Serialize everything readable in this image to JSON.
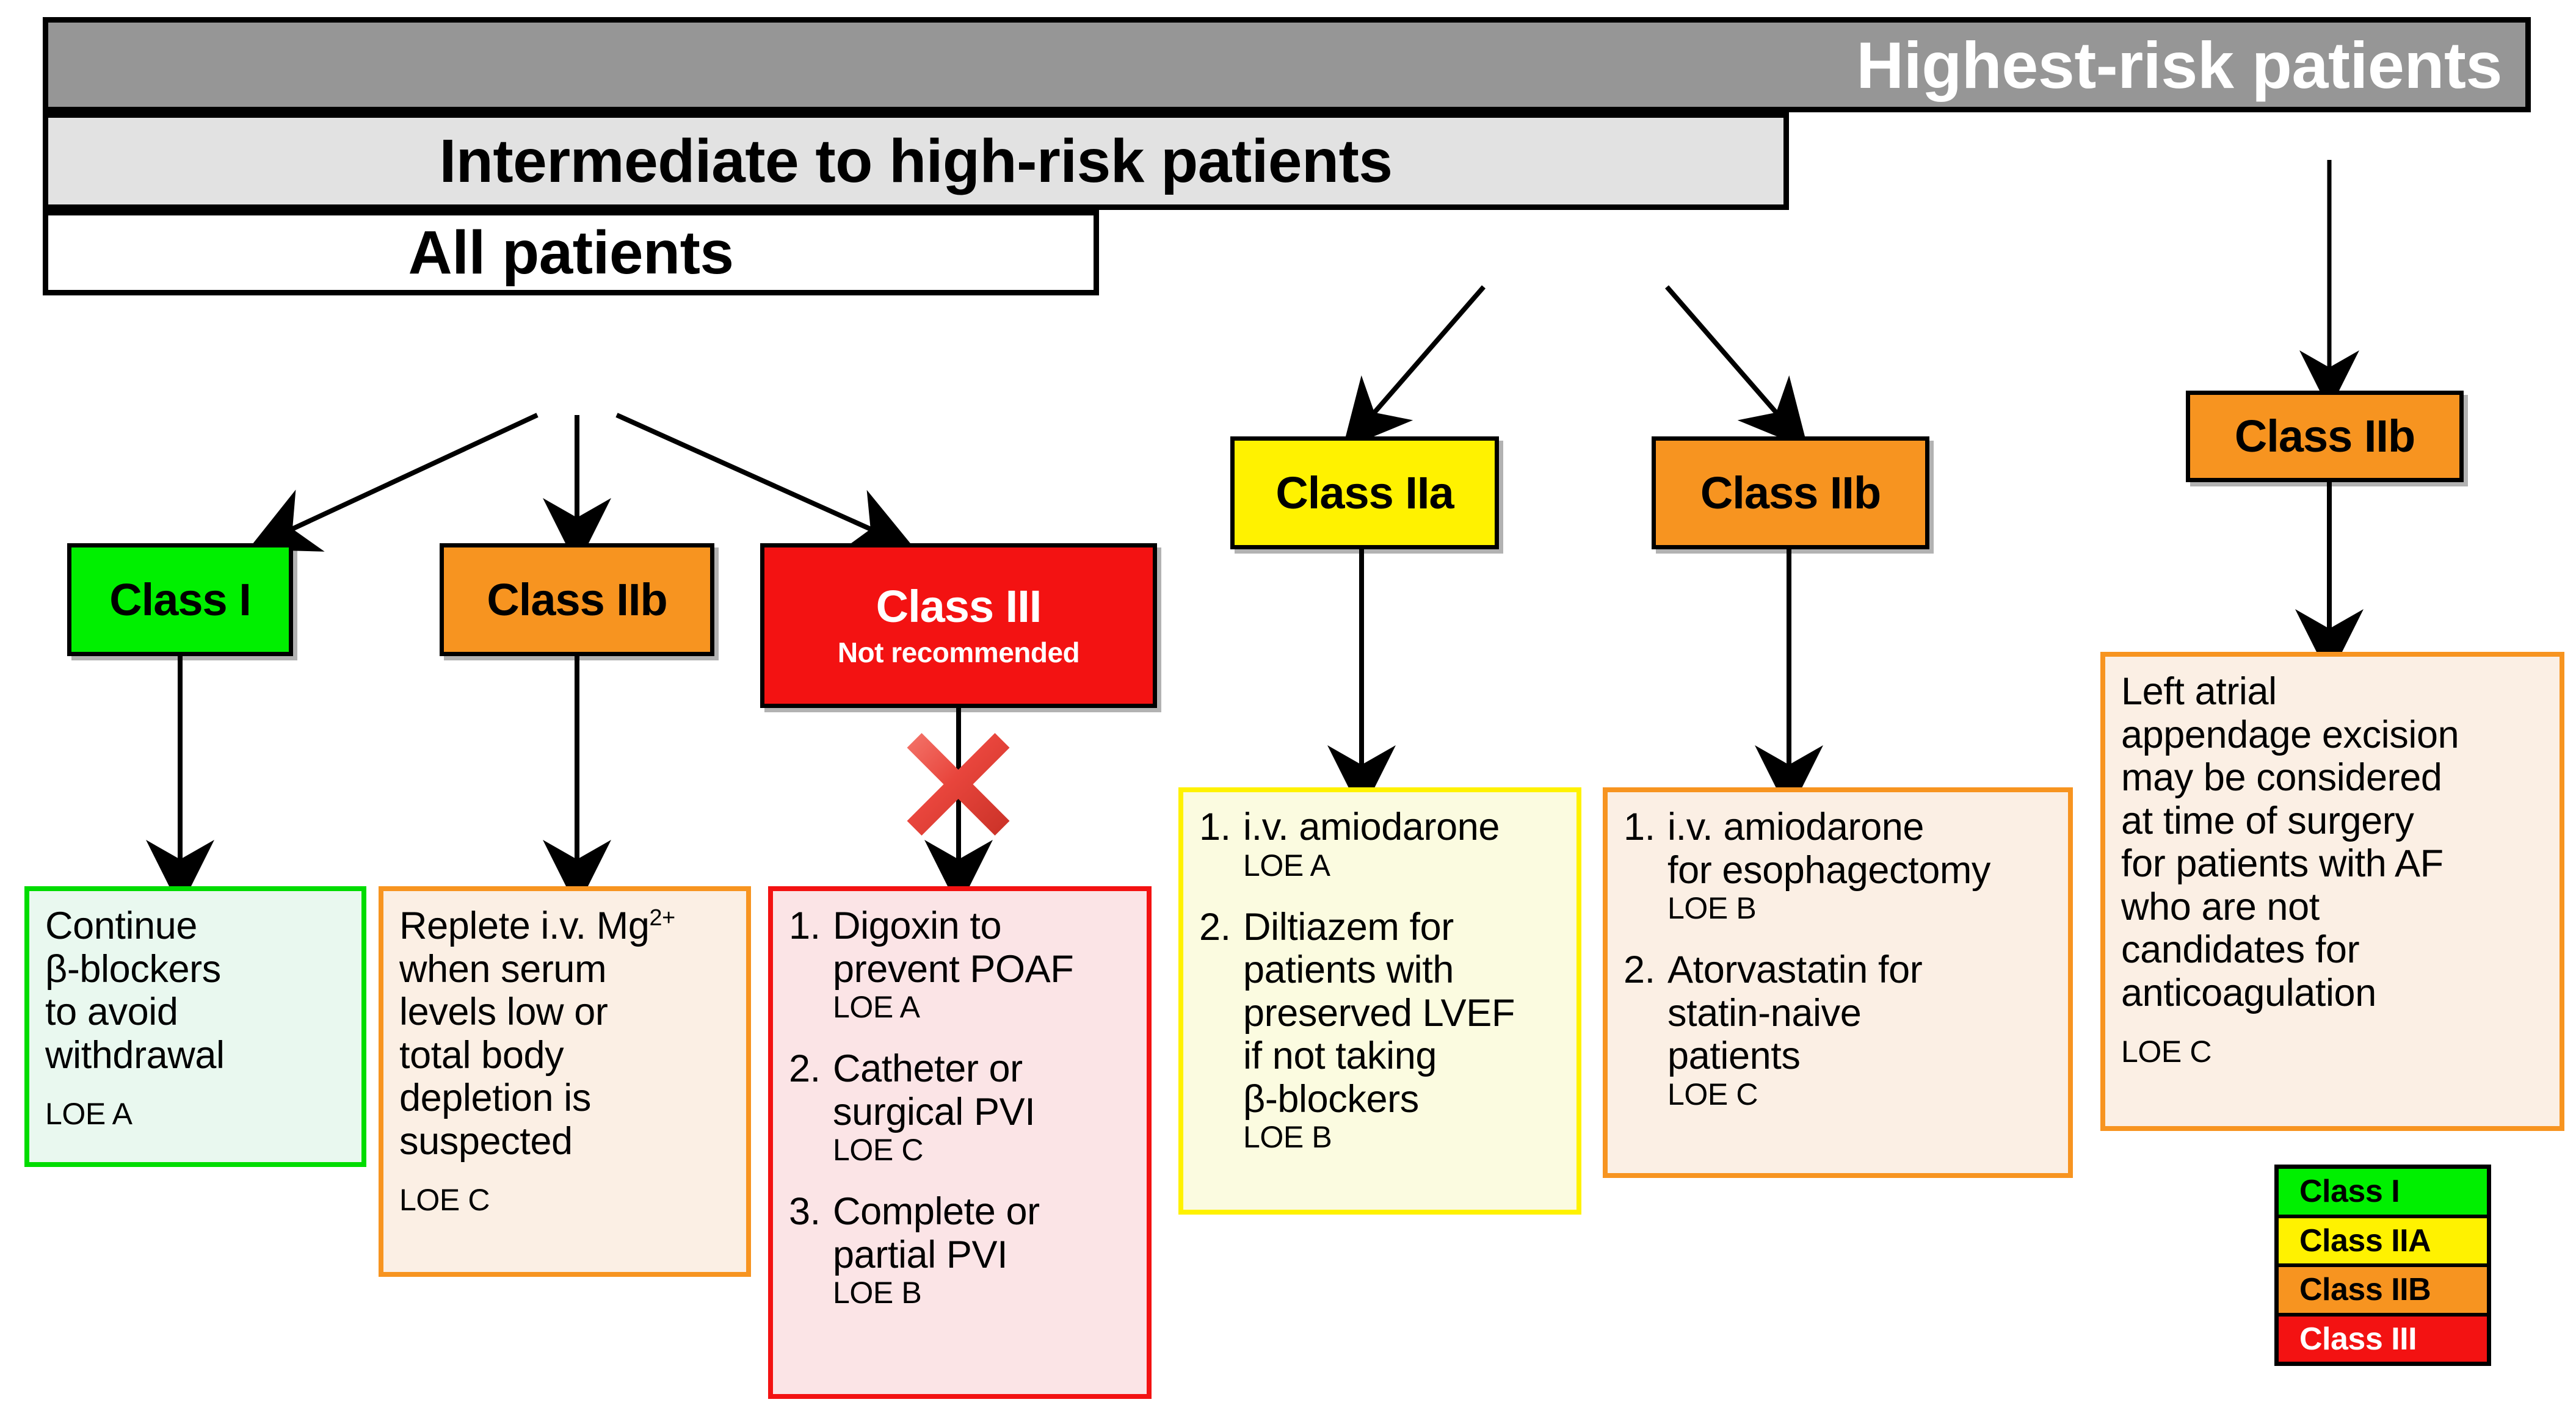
{
  "banners": [
    {
      "id": "highest-risk",
      "label": "Highest-risk patients",
      "fill": "#969696",
      "text_color": "#ffffff"
    },
    {
      "id": "intermediate-high-risk",
      "label": "Intermediate to high-risk patients",
      "fill": "#e2e2e2",
      "text_color": "#000000"
    },
    {
      "id": "all-patients",
      "label": "All patients",
      "fill": "#ffffff",
      "text_color": "#000000"
    }
  ],
  "class_chips": [
    {
      "id": "chip-class-1",
      "title": "Class I",
      "sub": "",
      "color": "#00F000"
    },
    {
      "id": "chip-class-2b-left",
      "title": "Class IIb",
      "sub": "",
      "color": "#F79420"
    },
    {
      "id": "chip-class-3",
      "title": "Class III",
      "sub": "Not recommended",
      "color": "#F31212"
    },
    {
      "id": "chip-class-2a-mid",
      "title": "Class IIa",
      "sub": "",
      "color": "#FFF200"
    },
    {
      "id": "chip-class-2b-mid",
      "title": "Class IIb",
      "sub": "",
      "color": "#F79420"
    },
    {
      "id": "chip-class-2b-right",
      "title": "Class IIb",
      "sub": "",
      "color": "#F79420"
    }
  ],
  "panels": {
    "continue_betablockers": {
      "lines": [
        "Continue",
        "β-blockers",
        "to avoid",
        "withdrawal"
      ],
      "loe": "LOE  A"
    },
    "replete_magnesium": {
      "lines_pre": [
        "Replete i.v. Mg"
      ],
      "superscript": "2+",
      "lines_post": [
        "when serum",
        "levels low or",
        "total body",
        "depletion is",
        "suspected"
      ],
      "loe": "LOE  C"
    },
    "class3_items": [
      {
        "num": "1.",
        "lines": [
          "Digoxin to",
          "prevent POAF"
        ],
        "loe": "LOE  A"
      },
      {
        "num": "2.",
        "lines": [
          "Catheter or",
          "surgical PVI"
        ],
        "loe": "LOE  C"
      },
      {
        "num": "3.",
        "lines": [
          "Complete or",
          "partial PVI"
        ],
        "loe": "LOE  B"
      }
    ],
    "class2a_items": [
      {
        "num": "1.",
        "lines": [
          "i.v. amiodarone"
        ],
        "loe": "LOE  A"
      },
      {
        "num": "2.",
        "lines": [
          "Diltiazem for",
          "patients with",
          "preserved LVEF",
          "if not taking",
          "β-blockers"
        ],
        "loe": "LOE  B"
      }
    ],
    "class2b_items": [
      {
        "num": "1.",
        "lines": [
          "i.v. amiodarone",
          "for esophagectomy"
        ],
        "loe": "LOE  B"
      },
      {
        "num": "2.",
        "lines": [
          "Atorvastatin for",
          "statin-naive",
          "patients"
        ],
        "loe": "LOE  C"
      }
    ],
    "laa_excision": {
      "lines": [
        "Left atrial",
        "appendage excision",
        "may be considered",
        "at time of surgery",
        "for patients with AF",
        "who are not",
        "candidates for",
        "anticoagulation"
      ],
      "loe": "LOE  C"
    }
  },
  "legend": {
    "rows": [
      {
        "label": "Class I",
        "color": "#00F000",
        "text_color": "#000000"
      },
      {
        "label": "Class IIA",
        "color": "#FFF200",
        "text_color": "#000000"
      },
      {
        "label": "Class IIB",
        "color": "#F79420",
        "text_color": "#000000"
      },
      {
        "label": "Class III",
        "color": "#F31212",
        "text_color": "#ffffff"
      }
    ]
  },
  "icons": {
    "not_recommended_x": "red-x-icon"
  }
}
